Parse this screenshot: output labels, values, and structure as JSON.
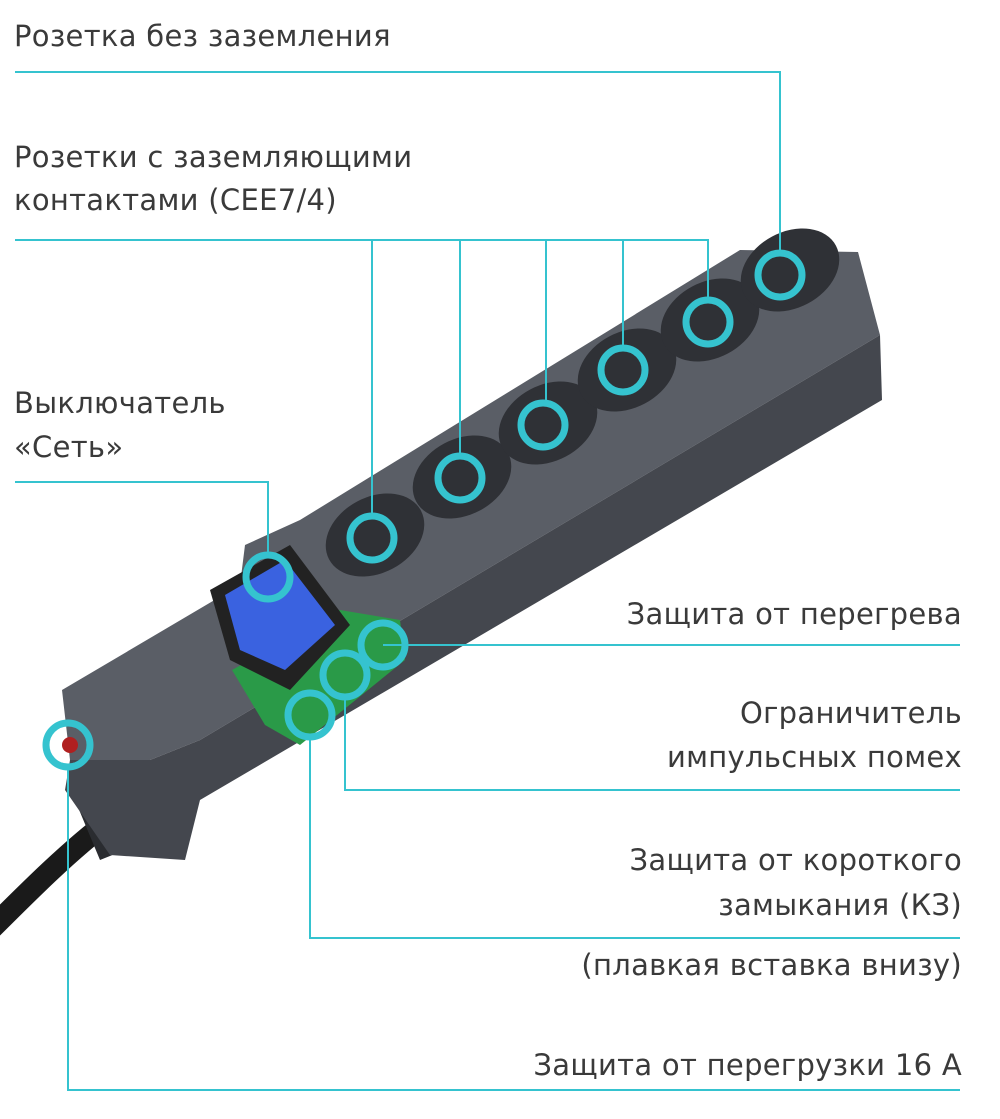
{
  "labels": {
    "ungrounded_socket": "Розетка без заземления",
    "grounded_sockets_line1": "Розетки с заземляющими",
    "grounded_sockets_line2": "контактами (CEE7/4)",
    "switch_line1": "Выключатель",
    "switch_line2": "«Сеть»",
    "overheat": "Защита от перегрева",
    "surge_line1": "Ограничитель",
    "surge_line2": "импульсных помех",
    "short_circuit_line1": "Защита от короткого",
    "short_circuit_line2": "замыкания (КЗ)",
    "fuse_note": "(плавкая вставка внизу)",
    "overload": "Защита от перегрузки 16 А"
  },
  "colors": {
    "callout": "#35c3cf",
    "body": "#50545c",
    "switch": "#3a62e0",
    "pcb": "#2a9a48"
  }
}
